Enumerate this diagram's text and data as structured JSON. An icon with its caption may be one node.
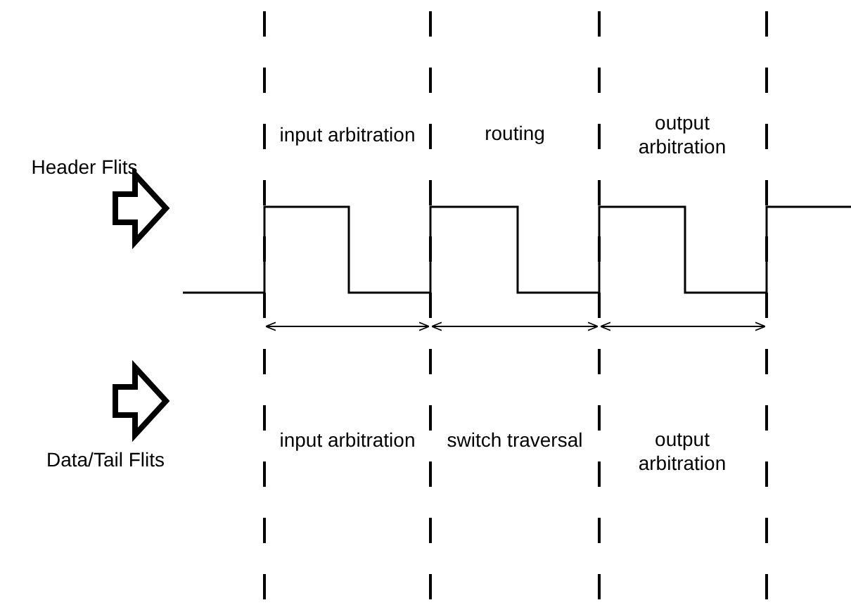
{
  "diagram": {
    "labels": [
      "Header Flits",
      "input arbitration",
      "routing",
      "output arbitration",
      "Data/Tail Flits",
      "input arbitration",
      "switch traversal",
      "output arbitration"
    ]
  }
}
